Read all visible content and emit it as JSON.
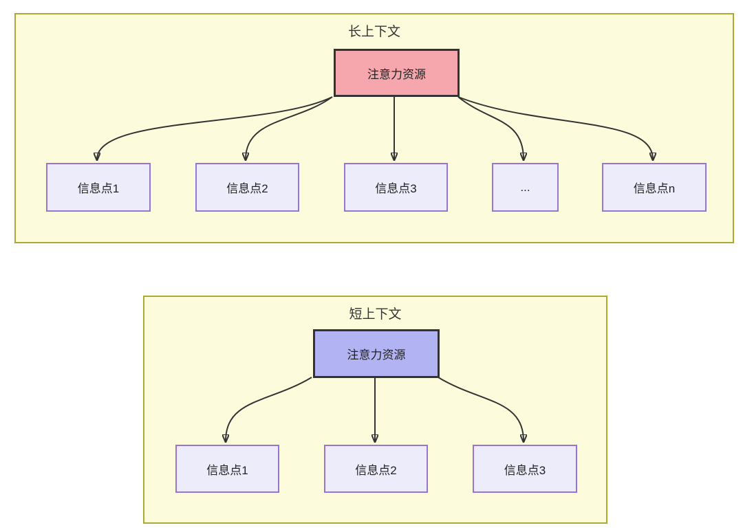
{
  "colors": {
    "container_fill": "#fcfcdc",
    "container_border": "#aaaa33",
    "attention_long_fill": "#f6a7ae",
    "attention_short_fill": "#b2b3f2",
    "attention_border": "#333333",
    "info_fill": "#ececfb",
    "info_border": "#9673d4",
    "arrow": "#333333",
    "text": "#333333"
  },
  "long_context": {
    "title": "长上下文",
    "attention": {
      "label": "注意力资源"
    },
    "info_nodes": [
      {
        "label": "信息点1"
      },
      {
        "label": "信息点2"
      },
      {
        "label": "信息点3"
      },
      {
        "label": "..."
      },
      {
        "label": "信息点n"
      }
    ]
  },
  "short_context": {
    "title": "短上下文",
    "attention": {
      "label": "注意力资源"
    },
    "info_nodes": [
      {
        "label": "信息点1"
      },
      {
        "label": "信息点2"
      },
      {
        "label": "信息点3"
      }
    ]
  }
}
